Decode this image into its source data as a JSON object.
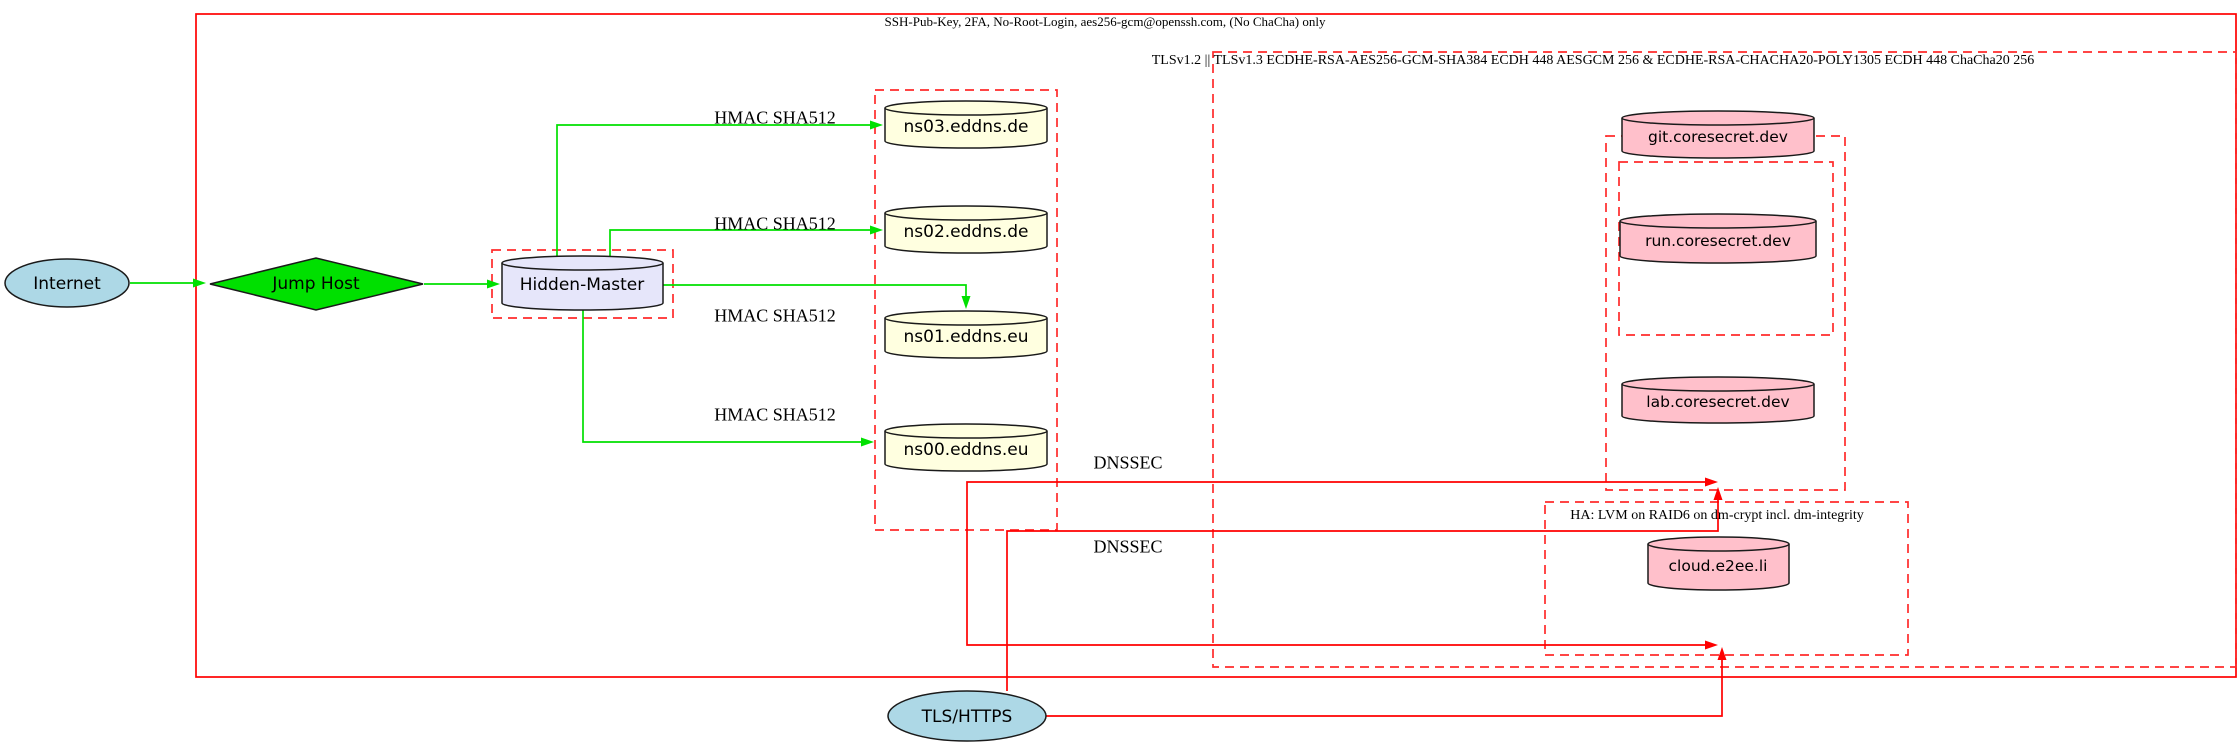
{
  "clusters": {
    "ssh": {
      "label": "SSH-Pub-Key, 2FA, No-Root-Login, aes256-gcm@openssh.com, (No ChaCha) only"
    },
    "tls": {
      "label": "TLSv1.2 || TLSv1.3 ECDHE-RSA-AES256-GCM-SHA384 ECDH 448 AESGCM 256 & ECDHE-RSA-CHACHA20-POLY1305 ECDH 448 ChaCha20 256"
    },
    "ha": {
      "label": "HA: LVM on RAID6 on dm-crypt incl. dm-integrity"
    }
  },
  "nodes": {
    "internet": {
      "label": "Internet",
      "shape": "ellipse",
      "fill": "#add8e6"
    },
    "jump_host": {
      "label": "Jump Host",
      "shape": "diamond",
      "fill": "#00e000"
    },
    "hidden_master": {
      "label": "Hidden-Master",
      "shape": "cylinder",
      "fill": "#e6e6fa"
    },
    "ns03": {
      "label": "ns03.eddns.de",
      "shape": "cylinder",
      "fill": "#ffffe0"
    },
    "ns02": {
      "label": "ns02.eddns.de",
      "shape": "cylinder",
      "fill": "#ffffe0"
    },
    "ns01": {
      "label": "ns01.eddns.eu",
      "shape": "cylinder",
      "fill": "#ffffe0"
    },
    "ns00": {
      "label": "ns00.eddns.eu",
      "shape": "cylinder",
      "fill": "#ffffe0"
    },
    "git": {
      "label": "git.coresecret.dev",
      "shape": "cylinder",
      "fill": "#ffc0cb"
    },
    "run": {
      "label": "run.coresecret.dev",
      "shape": "cylinder",
      "fill": "#ffc0cb"
    },
    "lab": {
      "label": "lab.coresecret.dev",
      "shape": "cylinder",
      "fill": "#ffc0cb"
    },
    "cloud": {
      "label": "cloud.e2ee.li",
      "shape": "cylinder",
      "fill": "#ffc0cb"
    },
    "tls_https": {
      "label": "TLS/HTTPS",
      "shape": "ellipse",
      "fill": "#add8e6"
    }
  },
  "edges": {
    "hmac_labels": [
      "HMAC SHA512",
      "HMAC SHA512",
      "HMAC SHA512",
      "HMAC SHA512"
    ],
    "dnssec_labels": [
      "DNSSEC",
      "DNSSEC"
    ]
  },
  "colors": {
    "green_edge": "#00e000",
    "red_edge": "#ff0000",
    "red_dashed_box": "#ff2b2b",
    "node_blue": "#add8e6",
    "node_yellow": "#ffffe0",
    "node_lavender": "#e6e6fa",
    "node_pink": "#ffc0cb"
  }
}
